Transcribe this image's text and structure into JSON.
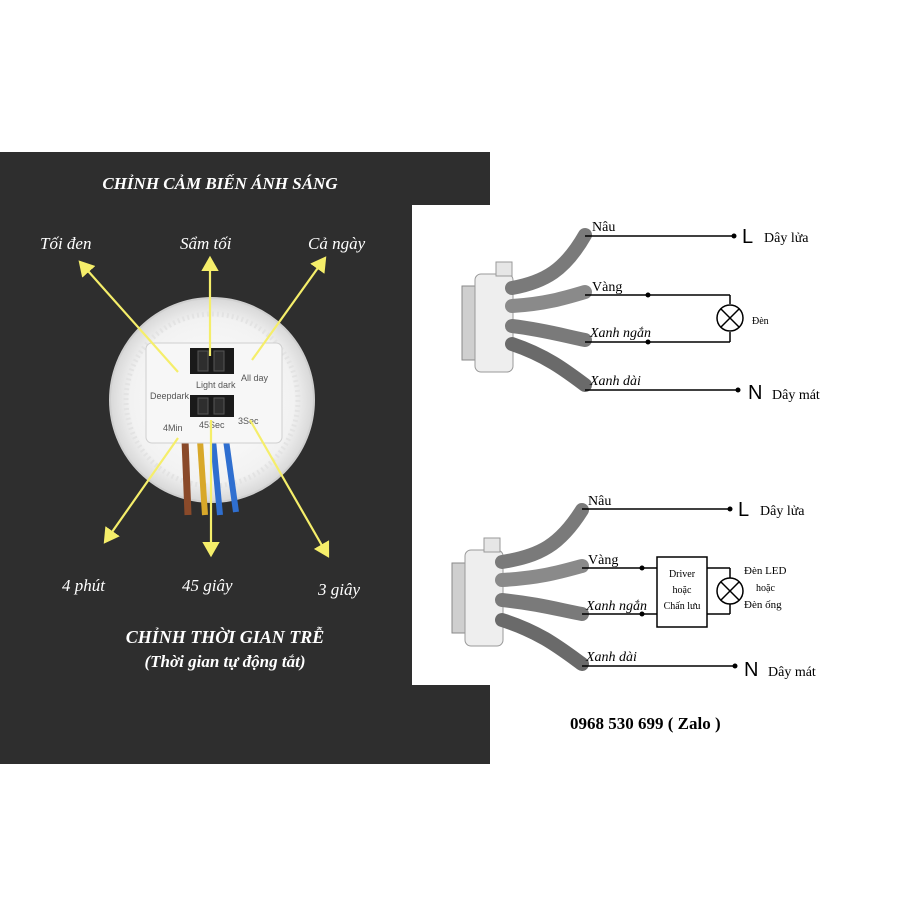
{
  "photo": {
    "title": "CHỈNH CẢM BIẾN ÁNH SÁNG",
    "light_options": [
      {
        "label": "Tối đen",
        "device_label": "Deepdark"
      },
      {
        "label": "Sẩm tối",
        "device_label": "Light dark"
      },
      {
        "label": "Cả ngày",
        "device_label": "All day"
      }
    ],
    "time_options": [
      {
        "label": "4 phút",
        "device_label": "4Min"
      },
      {
        "label": "45 giây",
        "device_label": "45Sec"
      },
      {
        "label": "3 giây",
        "device_label": "3Sec"
      }
    ],
    "subtitle": "CHỈNH THỜI GIAN TRỄ",
    "subtitle_note": "(Thời gian tự động tắt)",
    "arrow_color": "#f5ee6a"
  },
  "diagram_top": {
    "wires": [
      "Nâu",
      "Vàng",
      "Xanh ngắn",
      "Xanh dài"
    ],
    "line_L": "L",
    "line_L_label": "Dây lửa",
    "line_N": "N",
    "line_N_label": "Dây mát",
    "lamp_label": "Đèn"
  },
  "diagram_bottom": {
    "wires": [
      "Nâu",
      "Vàng",
      "Xanh ngắn",
      "Xanh dài"
    ],
    "line_L": "L",
    "line_L_label": "Dây lửa",
    "line_N": "N",
    "line_N_label": "Dây mát",
    "driver_lines": [
      "Driver",
      "hoặc",
      "Chấn lưu"
    ],
    "lamp_lines": [
      "Đèn LED",
      "hoặc",
      "Đèn ống"
    ]
  },
  "contact": "0968 530 699 ( Zalo )"
}
